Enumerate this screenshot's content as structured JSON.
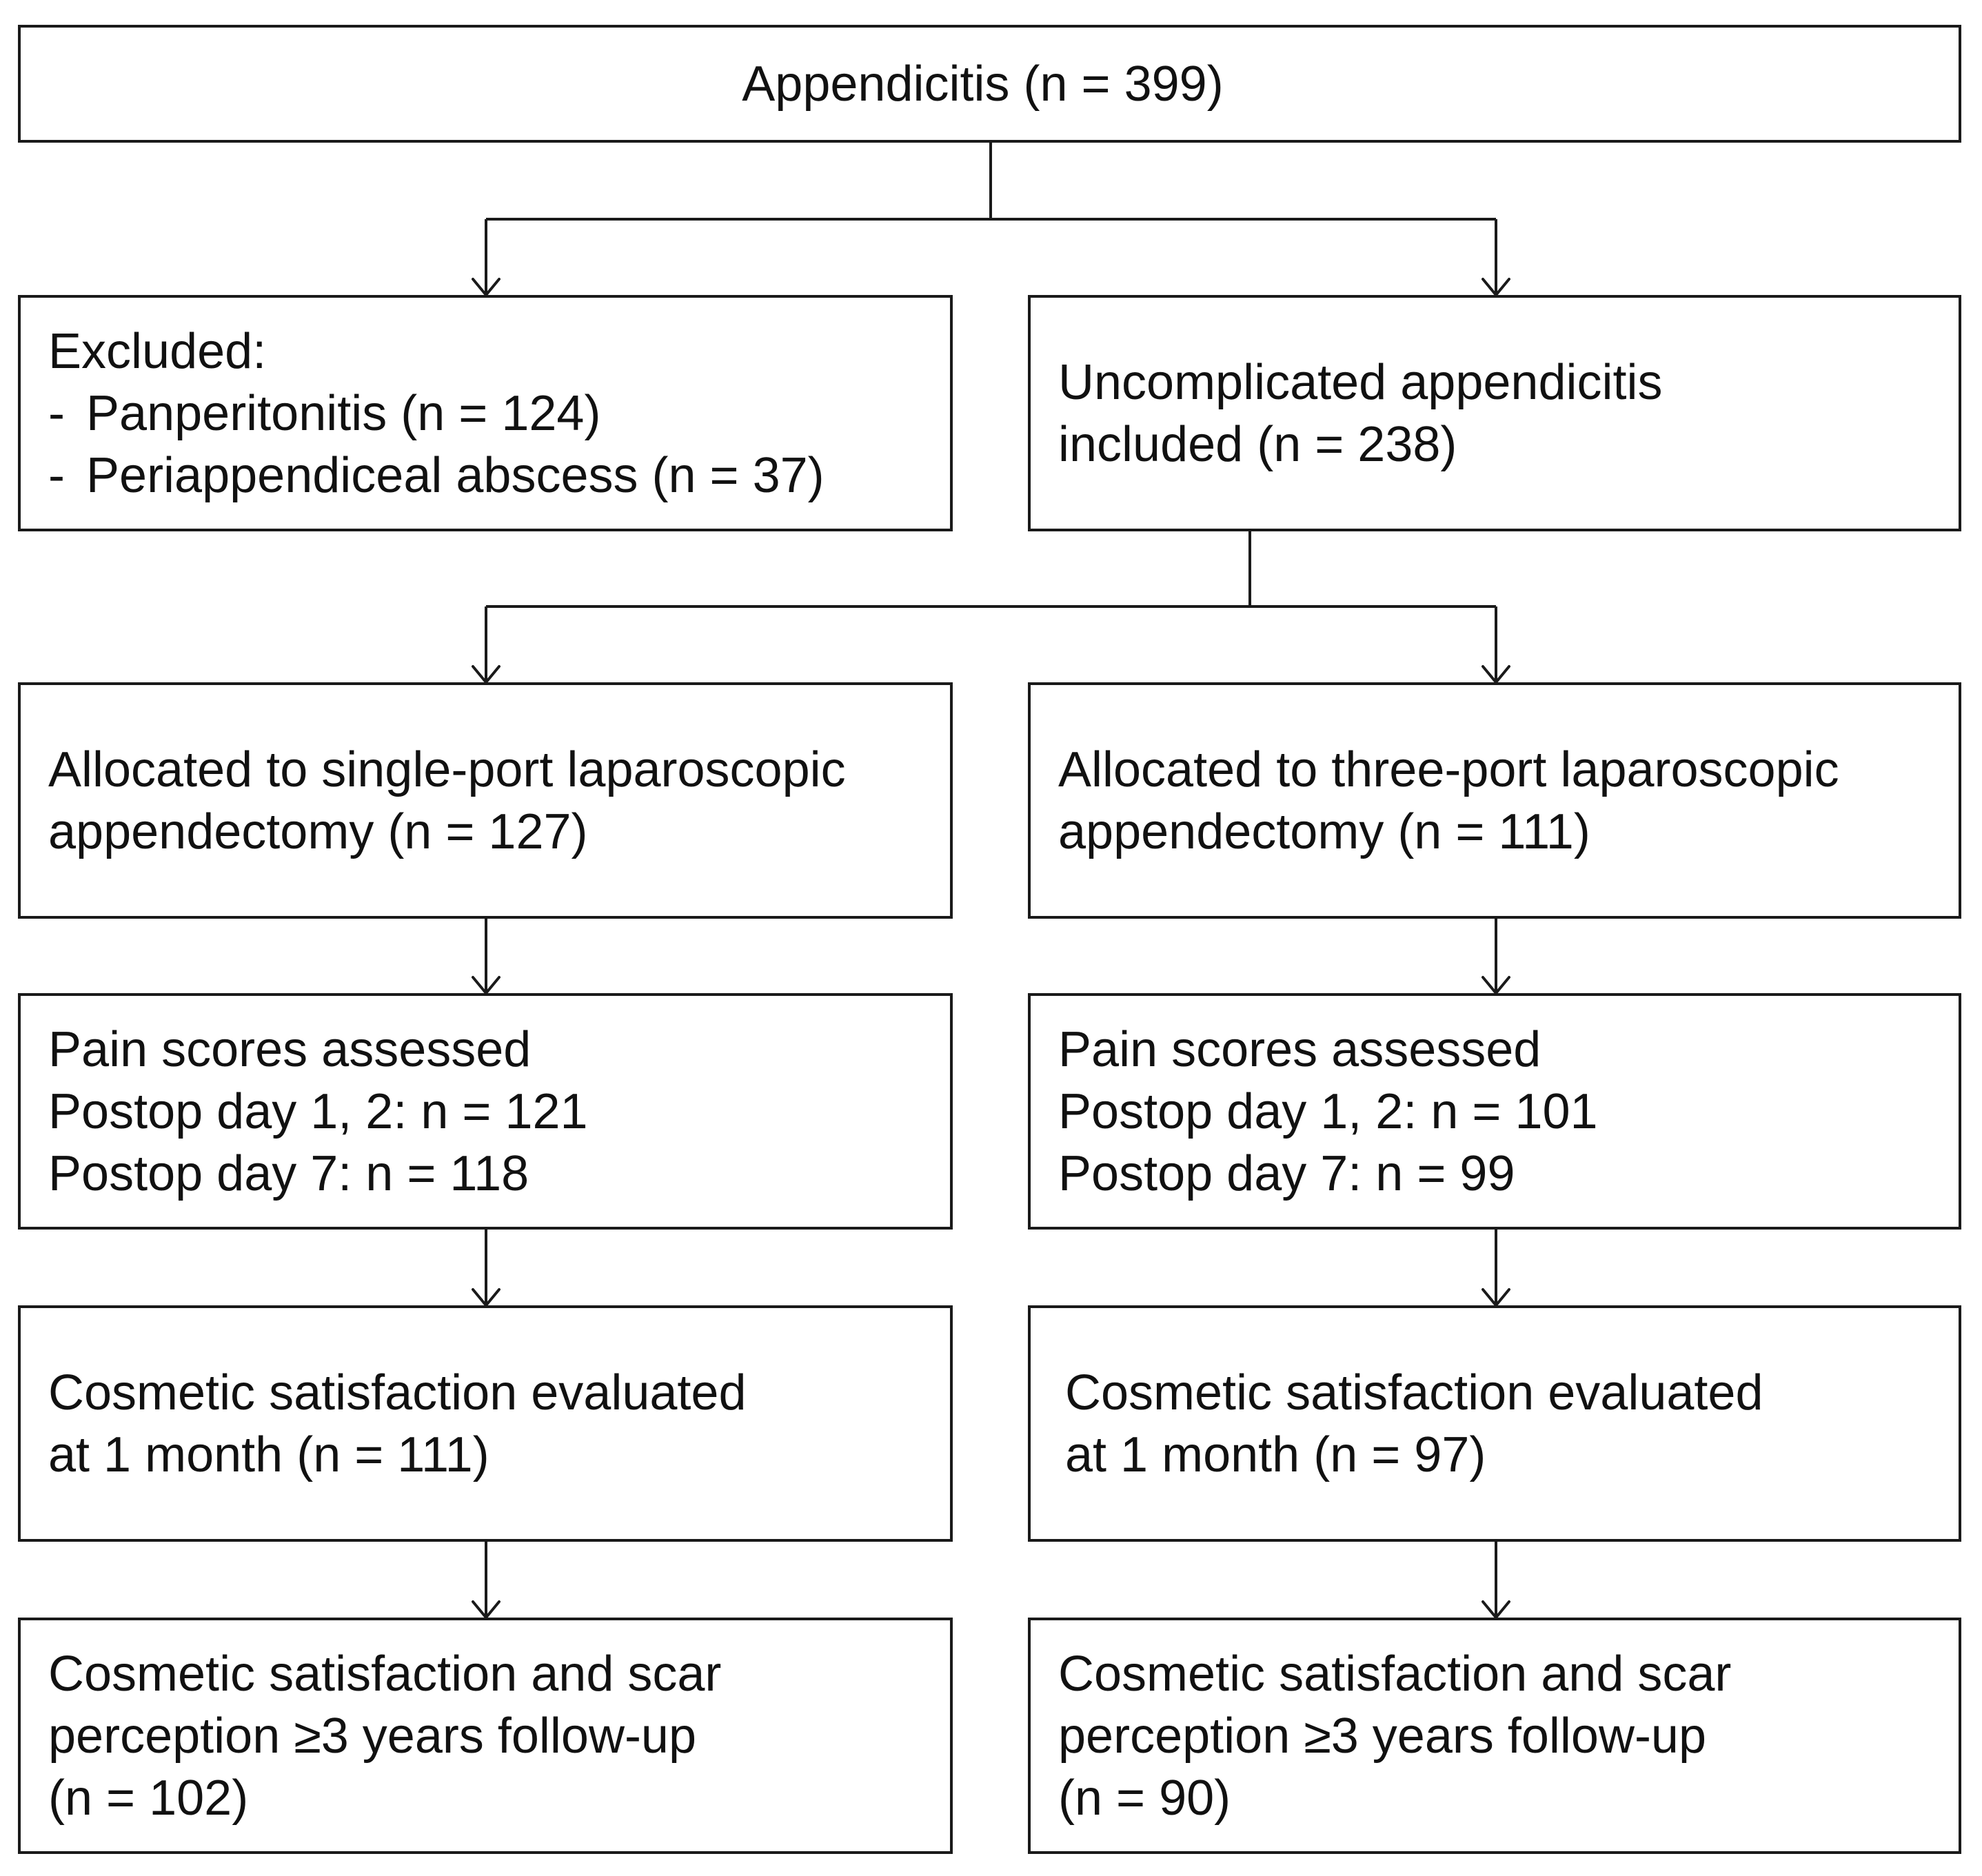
{
  "diagram": {
    "top": {
      "line1": "Appendicitis (n = 399)"
    },
    "excluded": {
      "heading": "Excluded:",
      "items": [
        "Panperitonitis (n = 124)",
        "Periappendiceal abscess (n = 37)"
      ],
      "bullet": "-"
    },
    "included": {
      "line1": "Uncomplicated appendicitis",
      "line2": "included (n = 238)"
    },
    "single_port": {
      "allocated": {
        "line1": "Allocated to single-port laparoscopic",
        "line2": "appendectomy (n = 127)"
      },
      "pain": {
        "line1": "Pain scores assessed",
        "line2": "Postop day 1, 2: n = 121",
        "line3": "Postop day 7: n = 118"
      },
      "cosmetic_1m": {
        "line1": "Cosmetic satisfaction evaluated",
        "line2": "at 1 month (n = 111)"
      },
      "followup": {
        "line1": "Cosmetic satisfaction and scar",
        "line2": "perception ≥3 years follow-up",
        "line3": "(n = 102)"
      }
    },
    "three_port": {
      "allocated": {
        "line1": "Allocated to three-port laparoscopic",
        "line2": "appendectomy (n = 111)"
      },
      "pain": {
        "line1": "Pain scores assessed",
        "line2": "Postop day 1, 2: n = 101",
        "line3": "Postop day 7: n = 99"
      },
      "cosmetic_1m": {
        "line1": "Cosmetic satisfaction evaluated",
        "line2": "at 1 month (n = 97)"
      },
      "followup": {
        "line1": "Cosmetic satisfaction and scar",
        "line2": "perception ≥3 years follow-up",
        "line3": "(n = 90)"
      }
    }
  }
}
